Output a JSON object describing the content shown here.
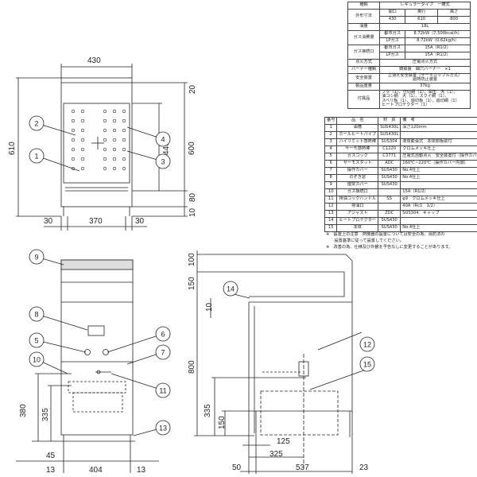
{
  "spec_table": {
    "type_label": "種類",
    "type_value": "レギュラータイプ　一槽式",
    "size_label": "外形寸法",
    "size_headers": [
      "間口",
      "奥行",
      "高さ"
    ],
    "size_values": [
      "430",
      "610",
      "800"
    ],
    "oil_label": "油量",
    "oil_value": "18L",
    "gas_consumption_label": "ガス消費量",
    "city_gas": "都市ガス",
    "lp_gas": "LPガス",
    "consumption_city": "8.72kW（7,500kcal/h）",
    "consumption_lp": "8.72kW（0.62kg/h）",
    "gas_inlet_label": "ガス接続口",
    "inlet_city": "15A（R1/2）",
    "inlet_lp": "15A（R1/2）",
    "heating_label": "点火方式",
    "heating_value": "圧電点火方式",
    "burner_label": "バーナー種類",
    "burner_value": "鋳鉄製　細穴バーナー　×1",
    "safety_label": "安全装置",
    "safety_value_1": "立消え安全装置（サーモカップル方式）",
    "safety_value_2": "過熱防止装置",
    "weight_label": "製品重量",
    "weight_value": "37kg",
    "accessories_label": "付属品",
    "accessories": [
      "フタ（1）、仕切網（1）、油缶　大（1）、",
      "油コシ網　大（1）、スクイ網（1）、",
      "スベリ板（1）、追切板（1）、追切網（1）",
      "ヒートプロテクター（1）"
    ]
  },
  "parts_table": {
    "headers": [
      "番号",
      "品　名",
      "材　質",
      "備　考"
    ],
    "rows": [
      [
        "1",
        "油槽",
        "SUS430L",
        "深さ120mm"
      ],
      [
        "2",
        "ホールヒートパイプ",
        "SUS430L",
        ""
      ],
      [
        "3",
        "ハイリミット感熱棒",
        "SUS304",
        "液体膨張式　本体側板取付"
      ],
      [
        "4",
        "サーモ感熱棒",
        "C1220",
        "クロムメッキ仕上"
      ],
      [
        "5",
        "ガスコック",
        "C3771",
        "圧電式自動点火　安全装置付（操作カバー内側）"
      ],
      [
        "6",
        "サーモスタット",
        "ADC",
        "160℃~220℃（操作カバー内側）"
      ],
      [
        "7",
        "操作カバー",
        "SUS430",
        "No.4仕上"
      ],
      [
        "8",
        "のぞき窓",
        "SUS430",
        "No.4仕上"
      ],
      [
        "9",
        "煙突カバー",
        "SUS430",
        ""
      ],
      [
        "10",
        "ガス接続口",
        "",
        "15A（R1/2）"
      ],
      [
        "11",
        "排油コックハンドル",
        "SS",
        "φ9　クロムメッキ仕上"
      ],
      [
        "12",
        "排油口",
        "",
        "40A（Rc1　1/2）"
      ],
      [
        "13",
        "アジャスト",
        "ZDC",
        "SUS304　キャップ"
      ],
      [
        "14",
        "ヒートプロテクター",
        "SUS430",
        ""
      ],
      [
        "15",
        "本体",
        "SUS430",
        "No.4仕上"
      ]
    ]
  },
  "notes": [
    "※　設置上の注意　熱機器の設置については安全の為、消防法の",
    "　　設置基準に従って設置してください。",
    "※　改善の為、仕様及び外観を予告なしに変更することがあります。"
  ],
  "front_top": {
    "dims": [
      "430",
      "610",
      "20",
      "440",
      "600",
      "80",
      "10",
      "30",
      "370",
      "30"
    ],
    "balloons": [
      "2",
      "1",
      "4",
      "3"
    ]
  },
  "front_bottom": {
    "dims": [
      "380",
      "335",
      "45",
      "13",
      "404",
      "13"
    ],
    "balloons": [
      "9",
      "8",
      "5",
      "6",
      "7",
      "10",
      "11",
      "13"
    ]
  },
  "side": {
    "dims": [
      "100",
      "150",
      "10",
      "800",
      "335",
      "150",
      "125",
      "325",
      "50",
      "537",
      "23"
    ],
    "balloons": [
      "14",
      "12",
      "15"
    ]
  }
}
